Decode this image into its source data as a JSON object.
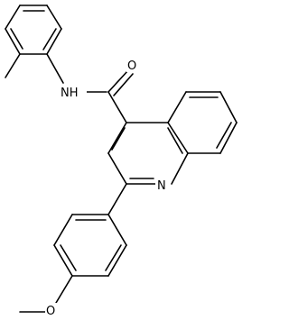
{
  "atoms": {
    "oxygen_carbonyl": "O",
    "amide_nh": "NH",
    "quinoline_n": "N",
    "methoxy_o": "O"
  },
  "colors": {
    "bond": "#000000",
    "background": "#ffffff"
  }
}
